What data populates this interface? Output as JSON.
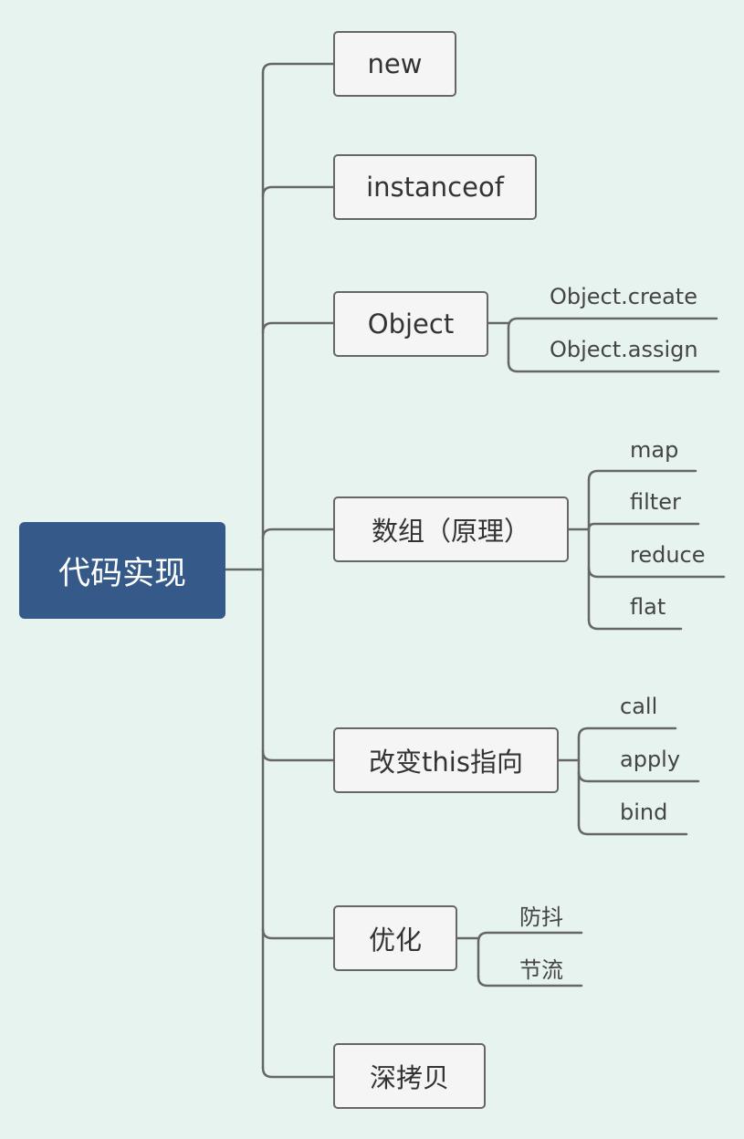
{
  "root": {
    "label": "代码实现"
  },
  "branches": [
    {
      "label": "new"
    },
    {
      "label": "instanceof"
    },
    {
      "label": "Object",
      "children": [
        "Object.create",
        "Object.assign"
      ]
    },
    {
      "label": "数组（原理）",
      "children": [
        "map",
        "filter",
        "reduce",
        "flat"
      ]
    },
    {
      "label": "改变this指向",
      "children": [
        "call",
        "apply",
        "bind"
      ]
    },
    {
      "label": "优化",
      "children": [
        "防抖",
        "节流"
      ]
    },
    {
      "label": "深拷贝"
    }
  ],
  "colors": {
    "background": "#e7f3ef",
    "root_fill": "#355a89",
    "node_fill": "#f5f5f5",
    "line": "#666666"
  }
}
